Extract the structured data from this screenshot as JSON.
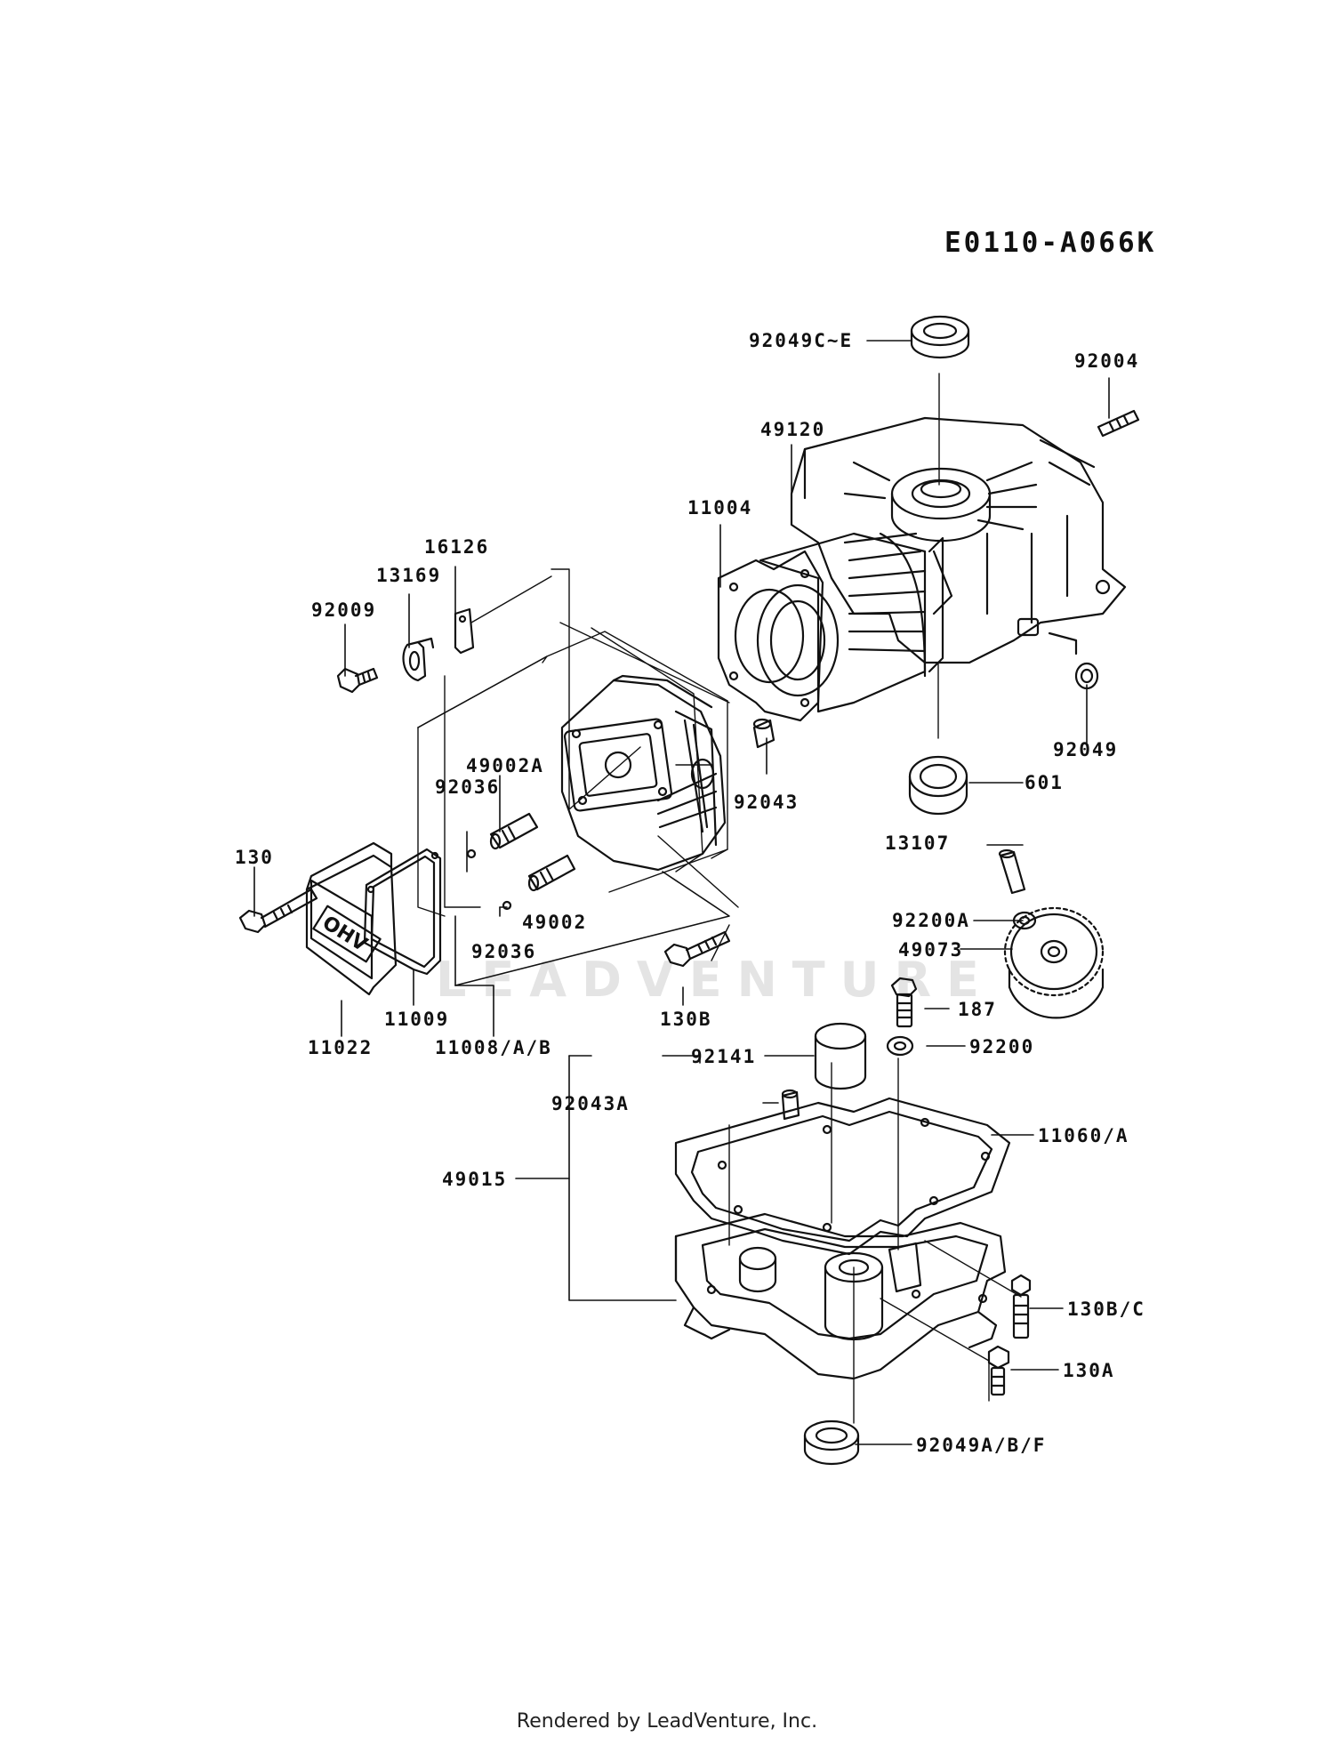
{
  "diagram_code": "E0110-A066K",
  "watermark": "LEADVENTURE",
  "footer": "Rendered by LeadVenture, Inc.",
  "parts": {
    "p92049C_E": "92049C~E",
    "p92004": "92004",
    "p49120": "49120",
    "p11004": "11004",
    "p16126": "16126",
    "p13169": "13169",
    "p92009": "92009",
    "p49002A": "49002A",
    "p92036_top": "92036",
    "p92043": "92043",
    "p92049": "92049",
    "p601": "601",
    "p13107": "13107",
    "p130": "130",
    "p49002": "49002",
    "p92200A": "92200A",
    "p92036_bottom": "92036",
    "p49073": "49073",
    "p11009": "11009",
    "p130B": "130B",
    "p187": "187",
    "p11022": "11022",
    "p11008": "11008/A/B",
    "p92141": "92141",
    "p92200": "92200",
    "p92043A": "92043A",
    "p11060": "11060/A",
    "p49015": "49015",
    "p130BC": "130B/C",
    "p130A": "130A",
    "p92049ABF": "92049A/B/F"
  }
}
